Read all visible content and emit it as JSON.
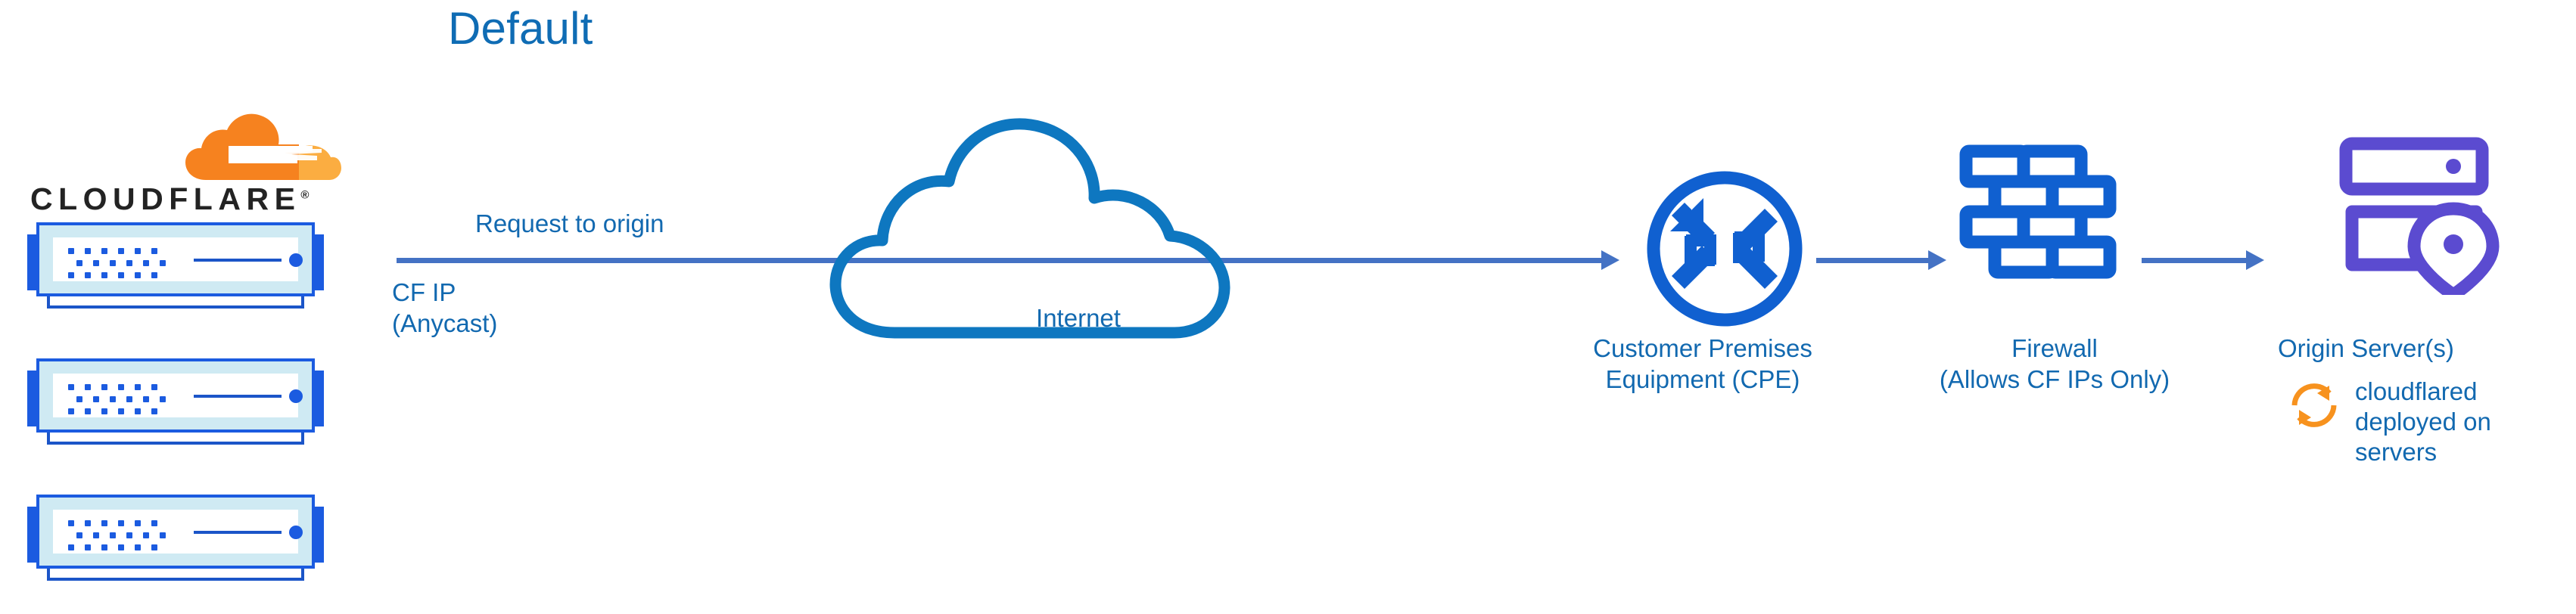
{
  "diagram": {
    "title": "Default",
    "type": "network-architecture-flow",
    "background": "#FFFFFF"
  },
  "colors": {
    "title_blue": "#0F6CB4",
    "label_blue": "#1269B0",
    "arrow_blue": "#4472C4",
    "icon_blue": "#1060D0",
    "cloud_stroke_blue": "#0E77C0",
    "server_accent_blue": "#1B5BE0",
    "server_body_cyan": "#CFEAF3",
    "origin_purple": "#5B4BD0",
    "cloudflare_orange": "#F6821F",
    "cloudflare_orange_light": "#FBAD41",
    "wordmark_black": "#232323"
  },
  "brand": {
    "logo_icon": "cloudflare-cloud-icon",
    "wordmark": "CLOUDFLARE",
    "registered_mark": "®"
  },
  "edge_servers": {
    "icon": "rack-server-icon",
    "count": 3,
    "units": [
      {
        "name": "cloudflare-edge-server-1"
      },
      {
        "name": "cloudflare-edge-server-2"
      },
      {
        "name": "cloudflare-edge-server-3"
      }
    ]
  },
  "labels": {
    "request_to_origin": "Request to origin",
    "cf_ip": "CF IP\n(Anycast)",
    "internet": "Internet",
    "cpe": "Customer Premises\nEquipment (CPE)",
    "firewall": "Firewall\n(Allows CF IPs Only)",
    "origin_server": "Origin Server(s)",
    "cloudflared": "cloudflared\ndeployed on\nservers"
  },
  "nodes": [
    {
      "id": "cloudflare-edge",
      "label": "CF IP (Anycast)",
      "icon": "rack-server-icon"
    },
    {
      "id": "internet",
      "label": "Internet",
      "icon": "cloud-outline-icon"
    },
    {
      "id": "cpe",
      "label": "Customer Premises Equipment (CPE)",
      "icon": "router-circle-icon"
    },
    {
      "id": "firewall",
      "label": "Firewall (Allows CF IPs Only)",
      "icon": "brick-wall-icon"
    },
    {
      "id": "origin",
      "label": "Origin Server(s)",
      "icon": "origin-server-pin-icon"
    }
  ],
  "connections": [
    {
      "id": "edge-to-cpe",
      "from": "cloudflare-edge",
      "to": "cpe",
      "label": "Request to origin",
      "arrow": "right"
    },
    {
      "id": "cpe-to-firewall",
      "from": "cpe",
      "to": "firewall",
      "label": "",
      "arrow": "right"
    },
    {
      "id": "firewall-to-origin",
      "from": "firewall",
      "to": "origin",
      "label": "",
      "arrow": "right"
    }
  ],
  "icons": {
    "cloudflare_logo": "cloudflare-cloud-icon",
    "internet_cloud": "cloud-outline-icon",
    "cpe_router": "router-circle-icon",
    "firewall_wall": "brick-wall-icon",
    "origin_server": "origin-server-pin-icon",
    "location_pin": "location-pin-icon",
    "cloudflared_sync": "sync-arrows-icon"
  }
}
